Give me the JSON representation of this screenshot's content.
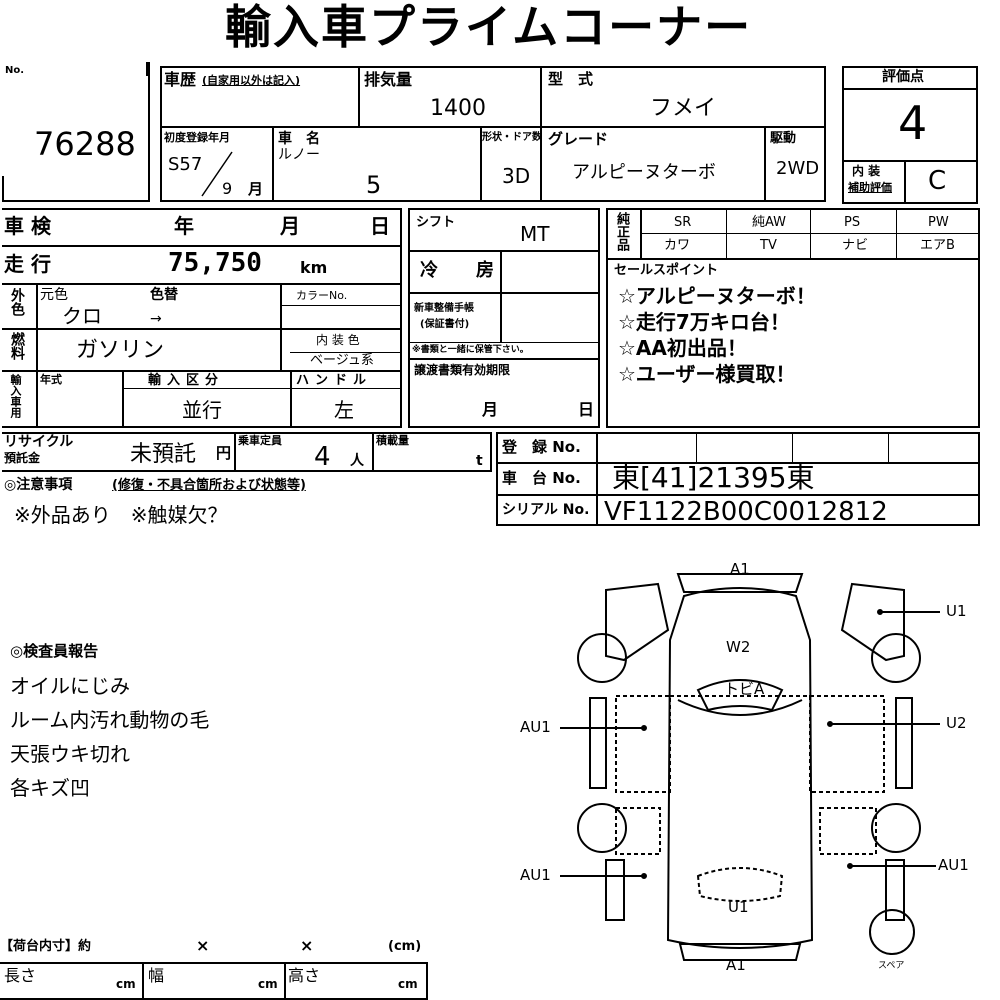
{
  "header": {
    "title": "輸入車プライムコーナー"
  },
  "no_box": {
    "label": "No.",
    "value": "76288"
  },
  "history": {
    "label": "車歴",
    "note": "(自家用以外は記入)"
  },
  "displacement": {
    "label": "排気量",
    "value": "1400"
  },
  "model_type": {
    "label": "型　式",
    "value": "フメイ"
  },
  "first_reg": {
    "label": "初度登録年月",
    "year": "S57",
    "month": "9",
    "month_unit": "月"
  },
  "car_name": {
    "label": "車　名",
    "maker": "ルノー",
    "model": "5"
  },
  "body_doors": {
    "label": "形状・ドア数",
    "value": "3D"
  },
  "grade": {
    "label": "グレード",
    "value": "アルピーヌターボ"
  },
  "drive": {
    "label": "駆動",
    "value": "2WD"
  },
  "score": {
    "label": "評価点",
    "value": "4",
    "interior_label_1": "内 装",
    "interior_label_2": "補助評価",
    "interior_value": "C"
  },
  "inspection": {
    "label": "車 検",
    "year": "年",
    "month": "月",
    "day": "日"
  },
  "shift": {
    "label": "シフト",
    "value": "MT"
  },
  "mileage": {
    "label": "走 行",
    "value": "75,750",
    "unit": "km"
  },
  "aircon": {
    "label": "冷　房",
    "value": ""
  },
  "exterior_color": {
    "side": "外色",
    "label": "元色",
    "value": "クロ",
    "repaint_label": "色替",
    "arrow": "→",
    "color_no_label": "カラーNo."
  },
  "fuel": {
    "side": "燃料",
    "value": "ガソリン",
    "interior_color_label": "内 装 色",
    "interior_color_value": "ベージュ系"
  },
  "service_book": {
    "label_1": "新車整備手帳",
    "label_2": "(保証書付)",
    "note": "※書類と一緒に保管下さい。"
  },
  "import_row": {
    "side": "輸入車用",
    "year_label": "年式",
    "division_label": "輸入区分",
    "division_value": "並行",
    "handle_label": "ハンドル",
    "handle_value": "左"
  },
  "transfer": {
    "label": "譲渡書類有効期限",
    "month": "月",
    "day": "日"
  },
  "equipment": {
    "side": "純正品",
    "row1": [
      "SR",
      "純AW",
      "PS",
      "PW"
    ],
    "row2": [
      "カワ",
      "TV",
      "ナビ",
      "エアB"
    ]
  },
  "sales_points": {
    "label": "セールスポイント",
    "items": [
      "☆アルピーヌターボ！",
      "☆走行7万キロ台！",
      "☆AA初出品！",
      "☆ユーザー様買取！"
    ]
  },
  "recycle": {
    "label_1": "リサイクル",
    "label_2": "預託金",
    "value": "未預託",
    "unit": "円"
  },
  "capacity": {
    "label": "乗車定員",
    "value": "4",
    "unit": "人"
  },
  "load": {
    "label": "積載量",
    "unit": "t"
  },
  "registration": {
    "label": "登　録 No.",
    "value": ""
  },
  "chassis": {
    "label": "車　台 No.",
    "value": "東[41]21395東"
  },
  "serial": {
    "label": "シリアル No.",
    "value": "VF1122B00C0012812"
  },
  "notes": {
    "label": "◎注意事項",
    "sub": "(修復・不具合箇所および状態等)",
    "text": "※外品あり　※触媒欠？"
  },
  "inspector": {
    "label": "◎検査員報告",
    "lines": [
      "オイルにじみ",
      "ルーム内汚れ動物の毛",
      "天張ウキ切れ",
      "各キズ凹"
    ]
  },
  "cargo": {
    "label": "【荷台内寸】約",
    "x1": "×",
    "x2": "×",
    "unit": "(cm)",
    "length": "長さ",
    "width": "幅",
    "height": "高さ",
    "cm": "cm"
  },
  "diagram": {
    "marks": {
      "a1_top": "A1",
      "w2": "W2",
      "tobi": "トビA",
      "au1_left_1": "AU1",
      "au1_left_2": "AU1",
      "u1_right": "U1",
      "u2_right": "U2",
      "au1_right": "AU1",
      "u1_bottom": "U1",
      "a1_bottom": "A1",
      "spare": "スペア"
    }
  }
}
